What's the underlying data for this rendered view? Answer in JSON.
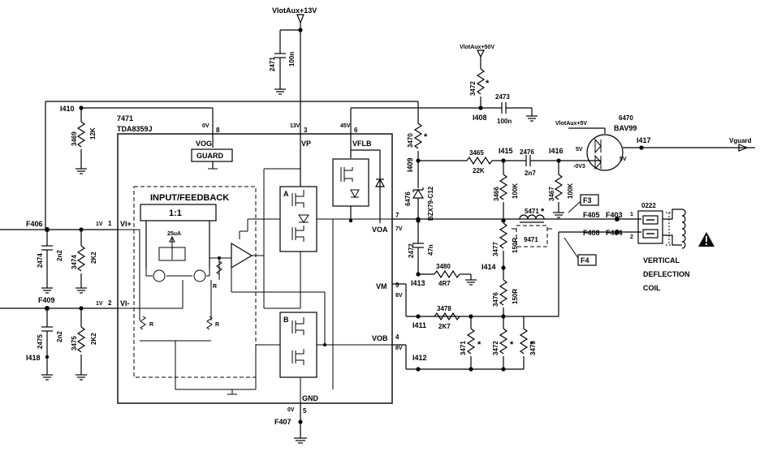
{
  "rails": {
    "vlotaux_13": "VlotAux+13V",
    "vlotaux_50": "VlotAux+50V",
    "vlotaux_5": "VlotAux+5V"
  },
  "ic": {
    "ref": "7471",
    "part": "TDA8359J",
    "pin_vog_num": "8",
    "pin_vog_volt": "0V",
    "pin_vog_name": "VOG",
    "pin_vp_num": "3",
    "pin_vp_volt": "13V",
    "pin_vp_name": "VP",
    "pin_vflb_num": "6",
    "pin_vflb_volt": "45V",
    "pin_vflb_name": "VFLB",
    "guard_label": "GUARD",
    "input_feedback_label": "INPUT/FEEDBACK",
    "ratio_label": "1:1",
    "current_label": "25uA",
    "r_label": "R",
    "amp_a": "A",
    "amp_b": "B",
    "pin_1_num": "1",
    "pin_1_volt": "1V",
    "pin_1_name": "VI+",
    "pin_2_num": "2",
    "pin_2_volt": "1V",
    "pin_2_name": "VI-",
    "pin_7_num": "7",
    "pin_7_volt": "7V",
    "pin_7_name": "VOA",
    "pin_9_num": "9",
    "pin_9_volt": "8V",
    "pin_9_name": "VM",
    "pin_4_num": "4",
    "pin_4_volt": "8V",
    "pin_4_name": "VOB",
    "pin_5_num": "5",
    "pin_5_volt": "0V",
    "pin_5_name": "GND"
  },
  "parts": {
    "c2471_ref": "2471",
    "c2471_val": "100n",
    "r3469_ref": "3469",
    "r3469_val": "12K",
    "r3472_top_ref": "3472",
    "c2473_ref": "2473",
    "c2473_val": "100n",
    "r3470_ref": "3470",
    "r3465_ref": "3465",
    "r3465_val": "22K",
    "c2476_ref": "2476",
    "c2476_val": "2n7",
    "r3466_ref": "3466",
    "r3466_val": "100K",
    "r3467_ref": "3467",
    "r3467_val": "100K",
    "d6476_ref": "6476",
    "d6476_val": "BZX79-C12",
    "d6470_ref": "6470",
    "d6470_val": "BAV99",
    "d6470_v5a": "5V",
    "d6470_v5b": "5V",
    "d6470_vneg": "-0V3",
    "l5471_ref": "5471",
    "l5471_alt": "9471",
    "c2472_ref": "2472",
    "c2472_val": "47n",
    "r3477_ref": "3477",
    "r3477_val": "150R",
    "r3480_ref": "3480",
    "r3480_val": "4R7",
    "r3476_ref": "3476",
    "r3476_val": "150R",
    "r3478_ref": "3478",
    "r3478_val": "2K7",
    "r3471_ref": "3471",
    "r3472_ref": "3472",
    "r3473_ref": "3473",
    "c2474_ref": "2474",
    "c2474_val": "2n2",
    "r3474_ref": "3474",
    "r3474_val": "2K2",
    "c2475_ref": "2475",
    "c2475_val": "2n2",
    "r3475_ref": "3475",
    "r3475_val": "2K2",
    "coil_con": "0222",
    "coil_label_1": "VERTICAL",
    "coil_label_2": "DEFLECTION",
    "coil_label_3": "COIL",
    "star": "*"
  },
  "nets": {
    "i410": "I410",
    "i408": "I408",
    "i409": "I409",
    "i415": "I415",
    "i416": "I416",
    "i417": "I417",
    "vguard": "Vguard",
    "f406": "F406",
    "f409": "F409",
    "i418": "I418",
    "f3": "F3",
    "f4": "F4",
    "f405": "F405",
    "f403": "F403",
    "f408": "F408",
    "f404": "F404",
    "pin_1": "1",
    "pin_2": "2",
    "i413": "I413",
    "i414": "I414",
    "i411": "I411",
    "i412": "I412",
    "f407": "F407"
  },
  "colors": {
    "ink": "#000000",
    "background": "#ffffff"
  }
}
